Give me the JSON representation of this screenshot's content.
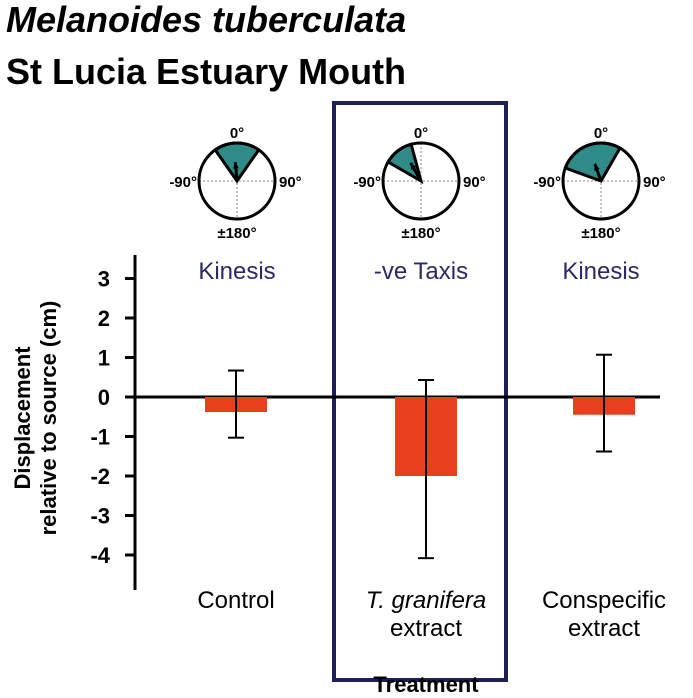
{
  "chart_data": {
    "type": "bar",
    "title": "Melanoides tuberculata",
    "subtitle": "St Lucia Estuary Mouth",
    "ylabel_line1": "Displacement",
    "ylabel_line2": "relative to source (cm)",
    "xlabel": "Treatment",
    "ylim": [
      -4.5,
      3.5
    ],
    "yticks": [
      3,
      2,
      1,
      0,
      -1,
      -2,
      -3,
      -4
    ],
    "ytick_labels": [
      "3",
      "2",
      "1",
      "0",
      "-1",
      "-2",
      "-3",
      "-4"
    ],
    "categories": [
      {
        "line1": "Control",
        "line2": "",
        "italic_line1": false
      },
      {
        "line1": "T. granifera",
        "line2": "extract",
        "italic_line1": true
      },
      {
        "line1": "Conspecific",
        "line2": "extract",
        "italic_line1": false
      }
    ],
    "values": [
      -0.38,
      -2.0,
      -0.45
    ],
    "error_upper": [
      0.67,
      0.43,
      1.07
    ],
    "error_lower": [
      -1.03,
      -4.08,
      -1.38
    ],
    "highlight_category": 1,
    "bar_color": "#e8401c",
    "wedge_color": "#2e8b88",
    "box_color": "#1e1e5a",
    "label_color": "#2a2a66",
    "circular": [
      {
        "result": "Kinesis",
        "wedge_start_deg": -35,
        "wedge_end_deg": 35,
        "arrow_deg": -5,
        "arrow_length": 0.5
      },
      {
        "result": "-ve Taxis",
        "wedge_start_deg": -60,
        "wedge_end_deg": -15,
        "arrow_deg": -30,
        "arrow_length": 0.55
      },
      {
        "result": "Kinesis",
        "wedge_start_deg": -70,
        "wedge_end_deg": 30,
        "arrow_deg": -20,
        "arrow_length": 0.48
      }
    ],
    "circle_labels": {
      "top": "0°",
      "left": "-90°",
      "right": "90°",
      "bottom": "±180°"
    }
  }
}
